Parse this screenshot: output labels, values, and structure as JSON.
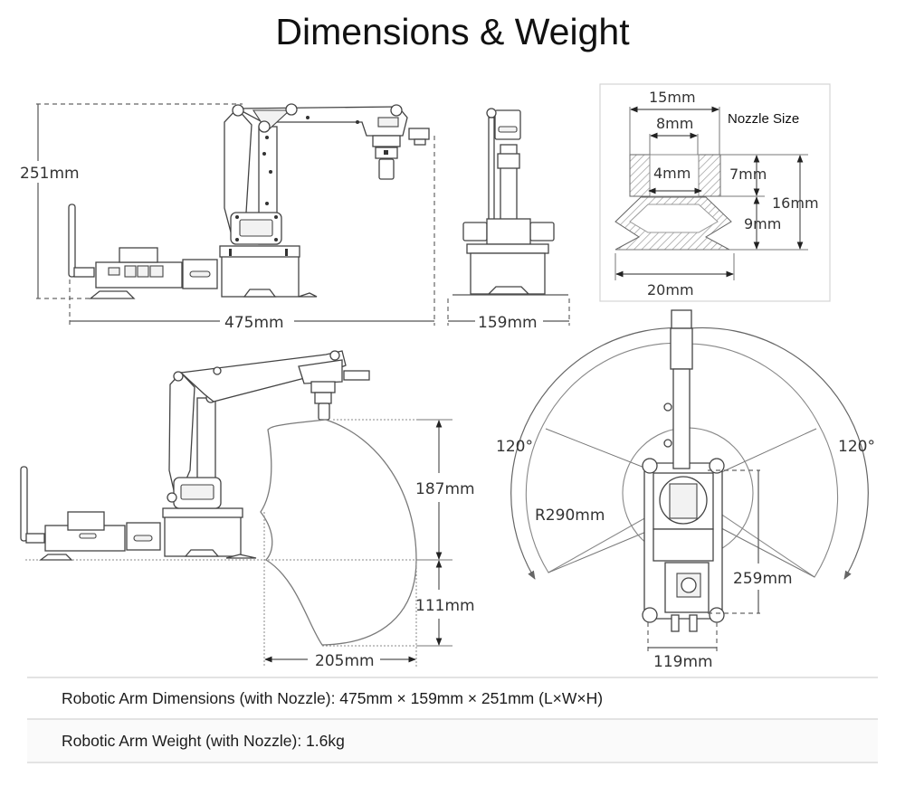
{
  "header": {
    "title": "Dimensions & Weight"
  },
  "side_view": {
    "height_label": "251mm",
    "length_label": "475mm"
  },
  "front_view": {
    "width_label": "159mm"
  },
  "nozzle": {
    "caption": "Nozzle Size",
    "outer_top_width": "15mm",
    "inner_top_width": "8mm",
    "bore_width": "4mm",
    "upper_height": "7mm",
    "lower_height": "9mm",
    "total_height": "16mm",
    "base_width": "20mm"
  },
  "workspace_side": {
    "upper_reach": "187mm",
    "lower_reach": "111mm",
    "horizontal_reach": "205mm"
  },
  "workspace_top": {
    "left_angle": "120°",
    "right_angle": "120°",
    "radius": "R290mm",
    "base_length": "259mm",
    "base_width": "119mm"
  },
  "specs": [
    {
      "label": "Robotic Arm Dimensions (with Nozzle): 475mm × 159mm × 251mm (L×W×H)"
    },
    {
      "label": "Robotic Arm Weight (with Nozzle): 1.6kg"
    }
  ]
}
